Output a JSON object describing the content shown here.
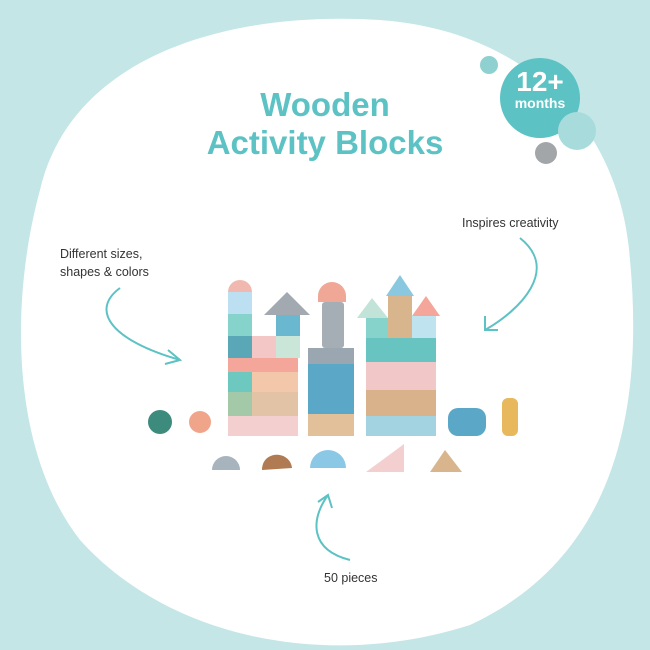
{
  "title": {
    "line1": "Wooden",
    "line2": "Activity Blocks"
  },
  "badge": {
    "age": "12+",
    "unit": "months"
  },
  "features": {
    "left": [
      "Different sizes,",
      "shapes & colors"
    ],
    "right": "Inspires creativity",
    "bottom": "50 pieces"
  },
  "colors": {
    "background": "#c4e6e6",
    "accent": "#5cc2c4"
  }
}
